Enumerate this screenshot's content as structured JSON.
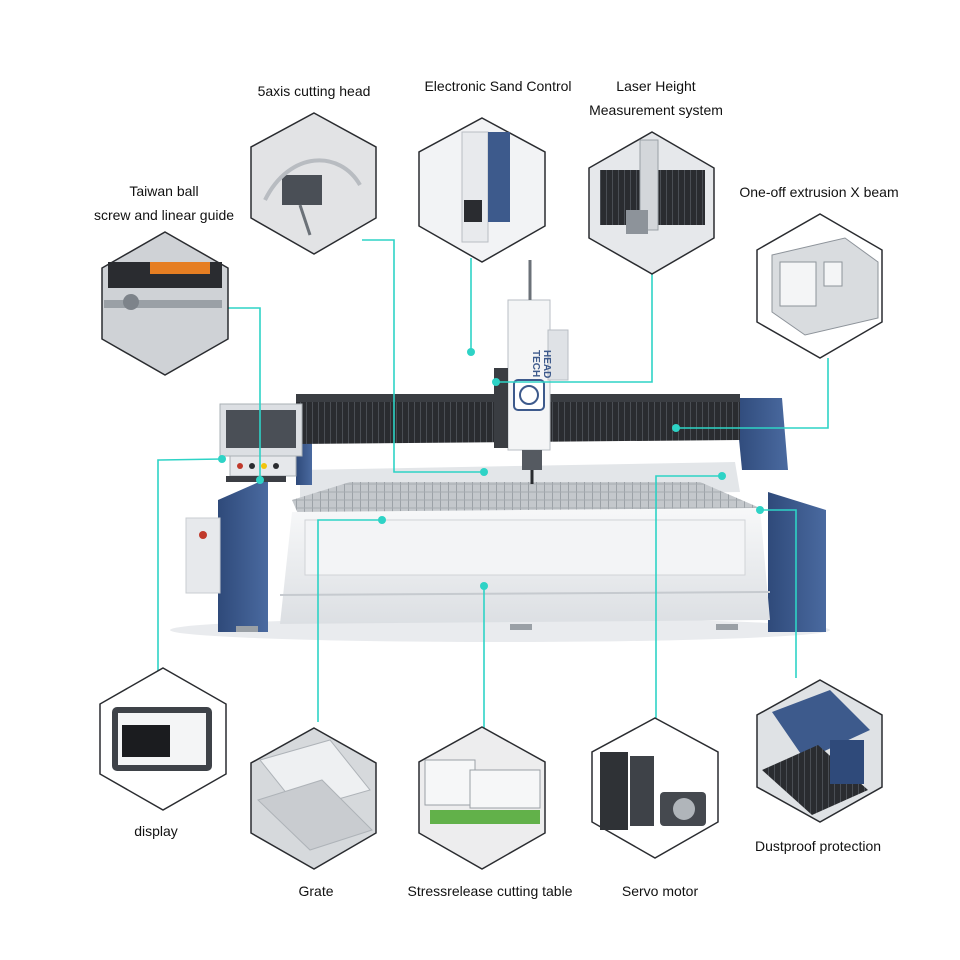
{
  "brand": {
    "logo_text_1": "HEAD",
    "logo_text_2": "TECH"
  },
  "colors": {
    "leader": "#2ed3c6",
    "frame_blue": "#3d5a8c",
    "panel_white": "#eef0f2",
    "beam_dark": "#2b2d31",
    "grate": "#c9ccd0"
  },
  "labels": {
    "cutting_head": "5axis cutting head",
    "sand_control": "Electronic Sand Control",
    "laser_line1": "Laser Height",
    "laser_line2": "Measurement system",
    "ball_screw_line1": "Taiwan ball",
    "ball_screw_line2": "screw and linear guide",
    "x_beam": "One-off extrusion X beam",
    "display": "display",
    "grate": "Grate",
    "cutting_table": "Stressrelease cutting table",
    "servo": "Servo motor",
    "dustproof": "Dustproof protection"
  },
  "icons": {
    "cutting_head": "cutting-head-photo-icon",
    "sand_control": "sand-control-box-photo-icon",
    "laser": "laser-sensor-photo-icon",
    "ball_screw": "ball-screw-photo-icon",
    "x_beam": "aluminum-extrusion-photo-icon",
    "display": "monitor-photo-icon",
    "grate": "grate-slats-photo-icon",
    "cutting_table": "table-frame-photo-icon",
    "servo": "servo-motor-photo-icon",
    "dustproof": "bellows-cover-photo-icon"
  }
}
